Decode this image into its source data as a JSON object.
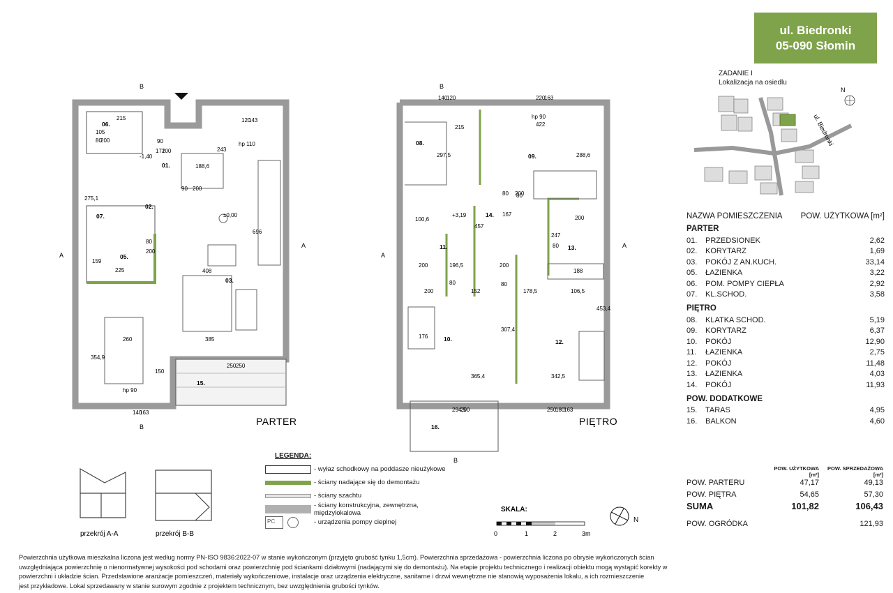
{
  "header": {
    "street": "ul. Biedronki",
    "city": "05-090 Słomin",
    "brand_color": "#7fa34a"
  },
  "location": {
    "task": "ZADANIE I",
    "subtitle": "Lokalizacja na osiedlu",
    "street_label": "ul. Biedronki",
    "north": "N"
  },
  "plans": {
    "ground": {
      "label": "PARTER",
      "rooms": [
        "01.",
        "02.",
        "03.",
        "05.",
        "06.",
        "07.",
        "15."
      ],
      "dims": [
        "215",
        "171",
        "90",
        "200",
        "243",
        "188,6",
        "90",
        "200",
        "275,1",
        "80",
        "200",
        "159",
        "225",
        "408",
        "696",
        "260",
        "385",
        "354,9",
        "150",
        "250",
        "250",
        "140",
        "163",
        "hp 90",
        "hp 110",
        "-1,40",
        "±0,00",
        "120",
        "143",
        "105",
        "80",
        "200"
      ],
      "marks": [
        "A",
        "A",
        "B",
        "B"
      ]
    },
    "upper": {
      "label": "PIĘTRO",
      "rooms": [
        "08.",
        "09.",
        "10.",
        "11.",
        "12.",
        "13.",
        "14.",
        "16."
      ],
      "dims": [
        "215",
        "140",
        "120",
        "220",
        "163",
        "hp 90",
        "422",
        "297,5",
        "288,6",
        "+3,19",
        "457",
        "167",
        "80",
        "200",
        "80",
        "200",
        "100,6",
        "247",
        "80",
        "200",
        "196,5",
        "80",
        "200",
        "80",
        "200",
        "152",
        "178,5",
        "106,5",
        "188",
        "176",
        "307,4",
        "453,4",
        "365,4",
        "342,5",
        "294,5",
        "200",
        "250",
        "180",
        "163"
      ],
      "marks": [
        "A",
        "A",
        "B",
        "B"
      ],
      "stair_labels": [
        "B",
        "B"
      ]
    }
  },
  "room_list": {
    "col_name": "NAZWA POMIESZCZENIA",
    "col_area": "POW. UŻYTKOWA [m²]",
    "sections": [
      {
        "title": "PARTER",
        "rows": [
          {
            "no": "01.",
            "name": "PRZEDSIONEK",
            "area": "2,62"
          },
          {
            "no": "02.",
            "name": "KORYTARZ",
            "area": "1,69"
          },
          {
            "no": "03.",
            "name": "POKÓJ Z AN.KUCH.",
            "area": "33,14"
          },
          {
            "no": "05.",
            "name": "ŁAZIENKA",
            "area": "3,22"
          },
          {
            "no": "06.",
            "name": "POM. POMPY CIEPŁA",
            "area": "2,92"
          },
          {
            "no": "07.",
            "name": "KL.SCHOD.",
            "area": "3,58"
          }
        ]
      },
      {
        "title": "PIĘTRO",
        "rows": [
          {
            "no": "08.",
            "name": "KLATKA SCHOD.",
            "area": "5,19"
          },
          {
            "no": "09.",
            "name": "KORYTARZ",
            "area": "6,37"
          },
          {
            "no": "10.",
            "name": "POKÓJ",
            "area": "12,90"
          },
          {
            "no": "11.",
            "name": "ŁAZIENKA",
            "area": "2,75"
          },
          {
            "no": "12.",
            "name": "POKÓJ",
            "area": "11,48"
          },
          {
            "no": "13.",
            "name": "ŁAZIENKA",
            "area": "4,03"
          },
          {
            "no": "14.",
            "name": "POKÓJ",
            "area": "11,93"
          }
        ]
      },
      {
        "title": "POW. DODATKOWE",
        "rows": [
          {
            "no": "15.",
            "name": "TARAS",
            "area": "4,95"
          },
          {
            "no": "16.",
            "name": "BALKON",
            "area": "4,60"
          }
        ]
      }
    ]
  },
  "summary": {
    "col_usable": "POW. UŻYTKOWA [m²]",
    "col_sale": "POW. SPRZEDAŻOWA [m²]",
    "rows": [
      {
        "label": "POW. PARTERU",
        "usable": "47,17",
        "sale": "49,13"
      },
      {
        "label": "POW. PIĘTRA",
        "usable": "54,65",
        "sale": "57,30"
      }
    ],
    "total": {
      "label": "SUMA",
      "usable": "101,82",
      "sale": "106,43"
    },
    "garden": {
      "label": "POW. OGRÓDKA",
      "value": "121,93"
    }
  },
  "legend": {
    "title": "LEGENDA:",
    "items": [
      {
        "text": "- wyłaz schodkowy na poddasze nieużykowe",
        "swatch": "hatch"
      },
      {
        "text": "- ściany nadające się do demontażu",
        "swatch": "#7fa34a"
      },
      {
        "text": "- ściany szachtu",
        "swatch": "#e6e6e6"
      },
      {
        "text": "- ściany konstrukcyjna, zewnętrzna,  międzylokalowa",
        "swatch": "#b0b0b0"
      },
      {
        "text": "- urządzenia pompy cieplnej",
        "swatch": "pc",
        "swatch_text": "PC"
      }
    ]
  },
  "sections": {
    "a": "przekrój A-A",
    "b": "przekrój B-B"
  },
  "scale": {
    "label": "SKALA:",
    "ticks": [
      "0",
      "1",
      "2",
      "3m"
    ]
  },
  "compass": {
    "north": "N"
  },
  "footnote": [
    "Powierzchnia użytkowa mieszkalna liczona jest według normy PN-ISO 9836:2022-07 w stanie wykończonym (przyjęto grubość tynku 1,5cm). Powierzchnia sprzedażowa - powierzchnia  liczona po obrysie  wykończonych ścian",
    "uwzględniająca powierzchnię o nienormatywnej wysokości pod schodami oraz powierzchnię pod ściankami działowymi (nadającymi się do demontażu). Na etapie projektu technicznego i realizacji obiektu mogą wystąpić korekty w",
    "powierzchni i układzie ścian. Przedstawione aranżacje pomieszczeń, materiały wykończeniowe, instalacje oraz urządzenia elektryczne, sanitarne i drzwi wewnętrzne nie stanowią wyposażenia lokalu, a ich rozmieszczenie",
    "jest przykładowe. Lokal sprzedawany w stanie surowym zgodnie z projektem technicznym, bez uwzględnienia grubości tynków."
  ]
}
